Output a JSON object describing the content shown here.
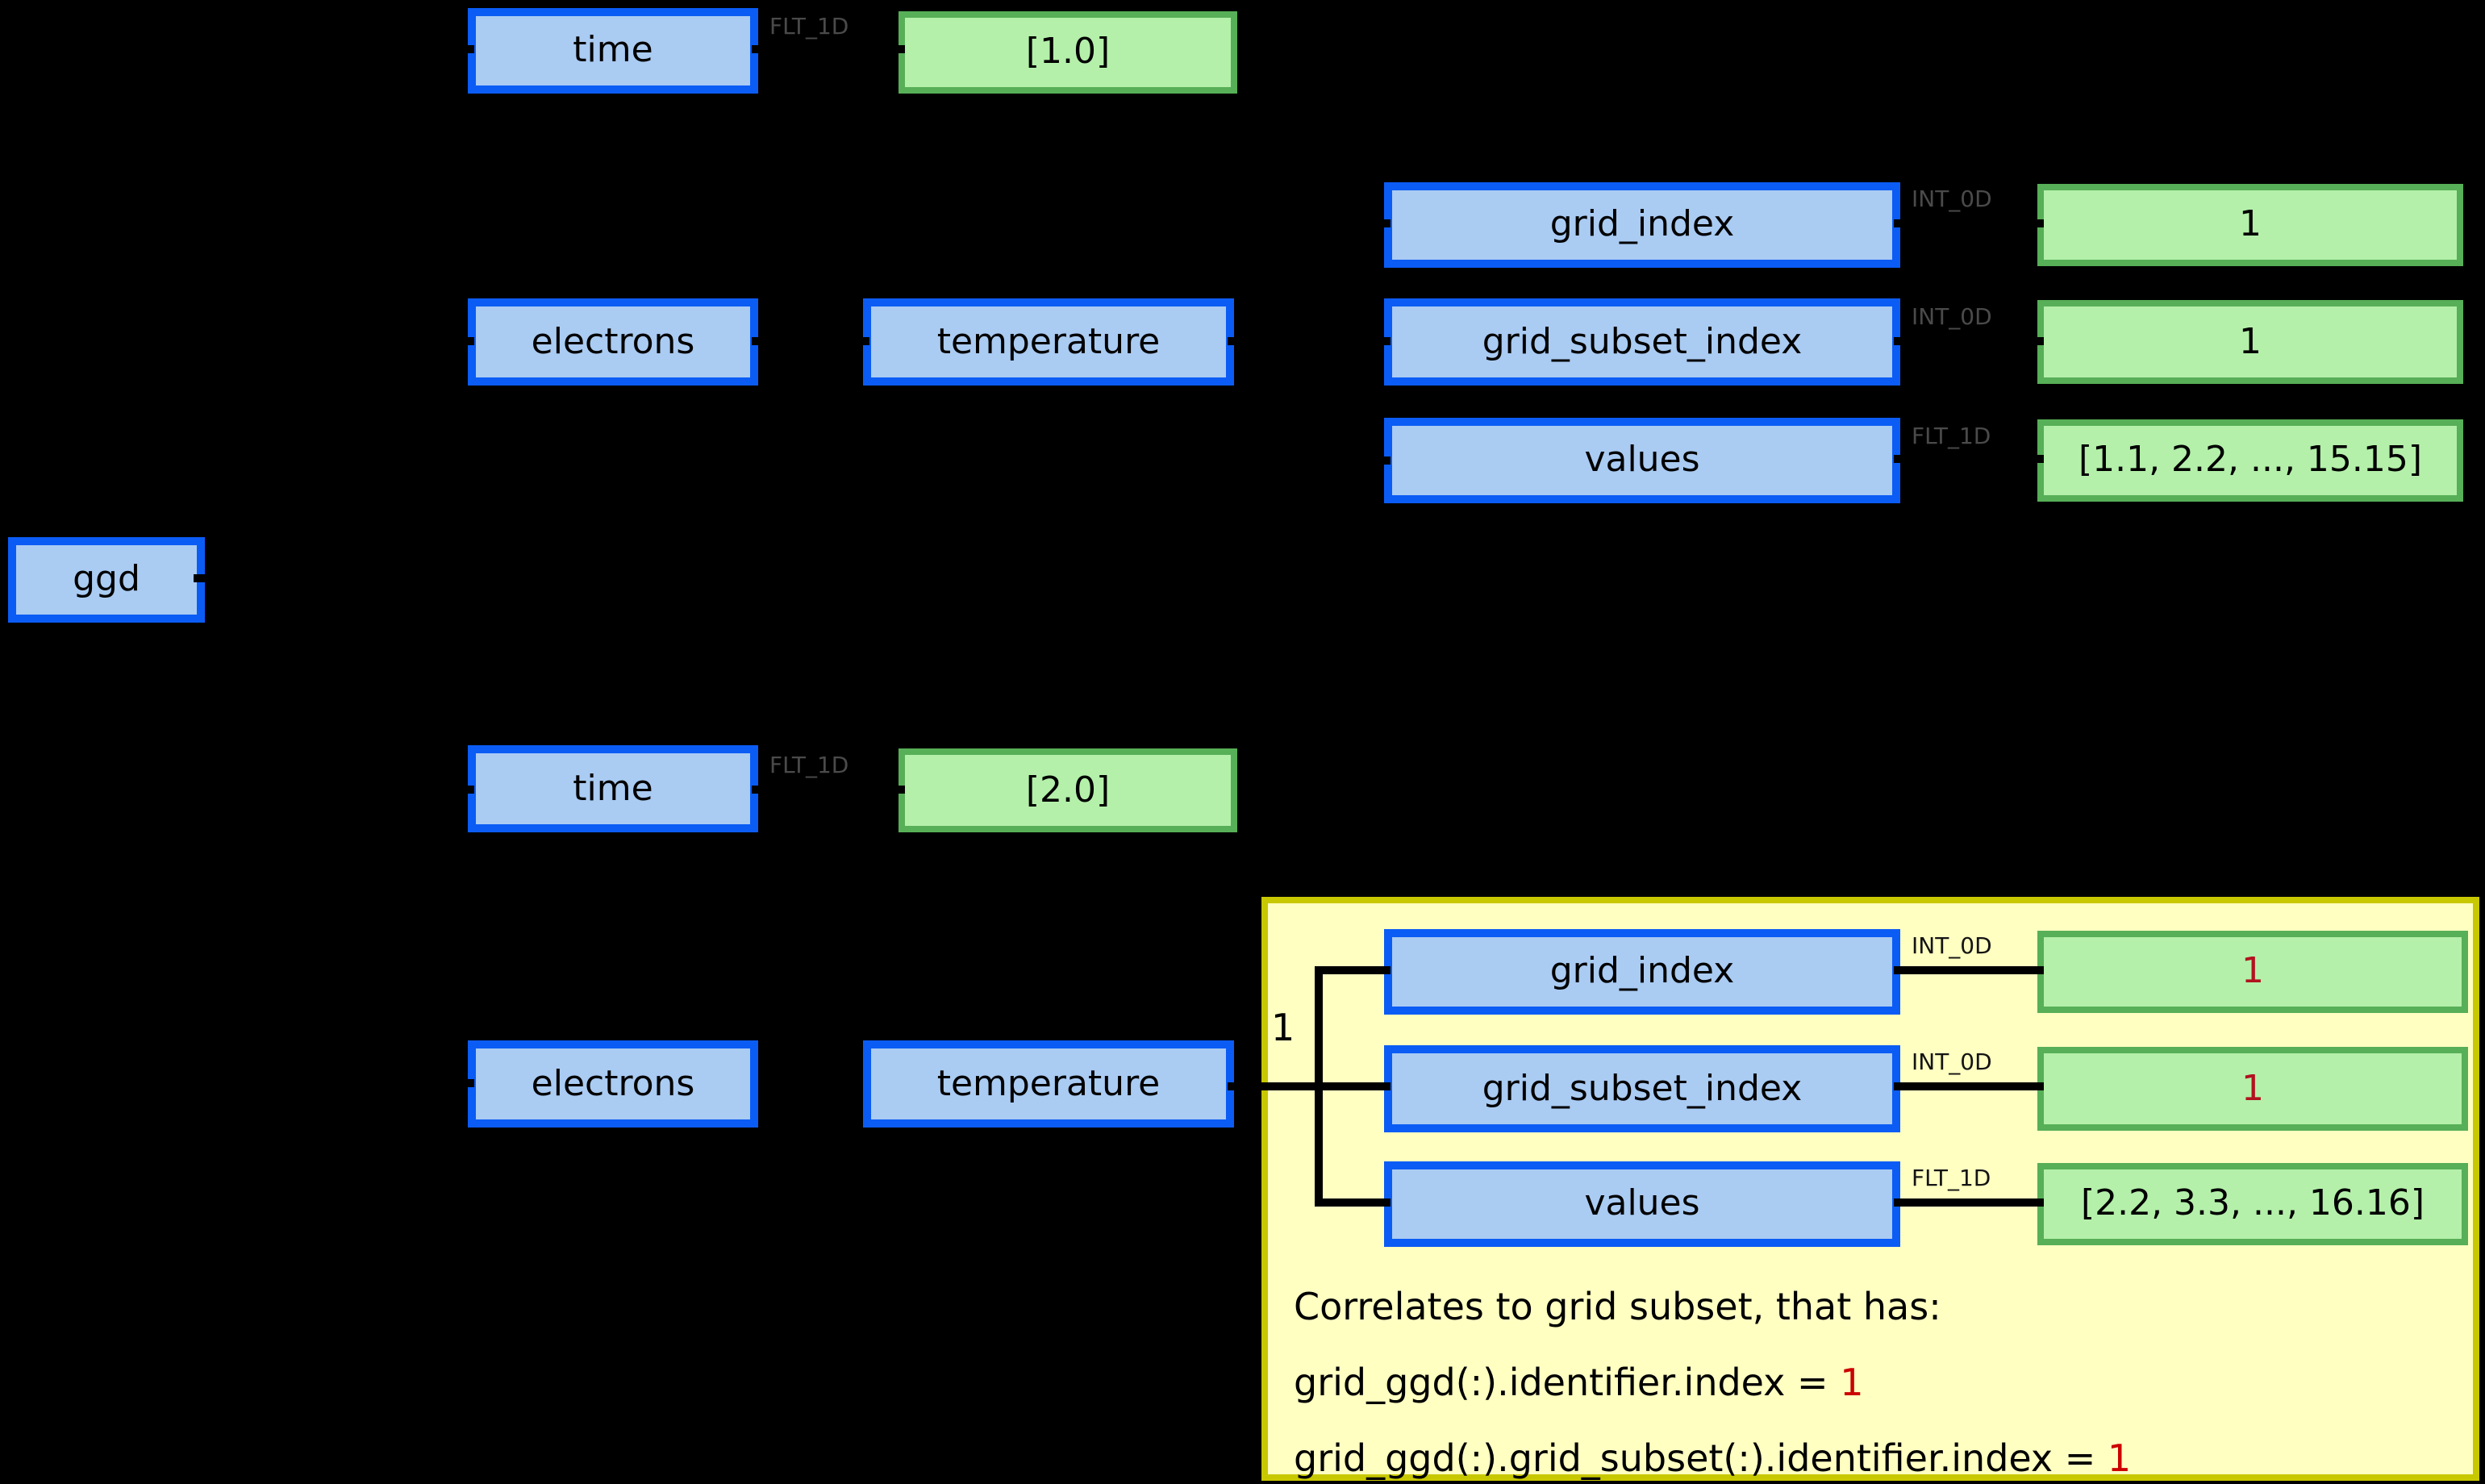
{
  "colors": {
    "background": "#000000",
    "node_fill": "#aacbf2",
    "node_border": "#0b5cf5",
    "leaf_fill": "#b4f0aa",
    "leaf_border": "#57af57",
    "panel_fill": "#ffffc2",
    "panel_border": "#c8c800",
    "red_value": "#b2121f",
    "red_text": "#cc0000",
    "type_label_dim": "#4a4a4a",
    "connector": "#000000"
  },
  "root": {
    "label": "ggd"
  },
  "tree1": {
    "time": {
      "label": "time",
      "type": "FLT_1D",
      "value": "[1.0]"
    },
    "electrons": {
      "label": "electrons"
    },
    "temperature": {
      "label": "temperature"
    },
    "attrs": [
      {
        "label": "grid_index",
        "type": "INT_0D",
        "value": "1"
      },
      {
        "label": "grid_subset_index",
        "type": "INT_0D",
        "value": "1"
      },
      {
        "label": "values",
        "type": "FLT_1D",
        "value": "[1.1, 2.2, ..., 15.15]"
      }
    ]
  },
  "tree2": {
    "time": {
      "label": "time",
      "type": "FLT_1D",
      "value": "[2.0]"
    },
    "electrons": {
      "label": "electrons"
    },
    "temperature": {
      "label": "temperature"
    },
    "multiplicity": "1",
    "attrs": [
      {
        "label": "grid_index",
        "type": "INT_0D",
        "value": "1"
      },
      {
        "label": "grid_subset_index",
        "type": "INT_0D",
        "value": "1"
      },
      {
        "label": "values",
        "type": "FLT_1D",
        "value": "[2.2, 3.3, ..., 16.16]"
      }
    ],
    "note": {
      "line1": "Correlates to grid subset, that has:",
      "line2_prefix": "grid_ggd(:).identifier.index = ",
      "line2_value": "1",
      "line3_prefix": "grid_ggd(:).grid_subset(:).identifier.index = ",
      "line3_value": "1"
    }
  }
}
